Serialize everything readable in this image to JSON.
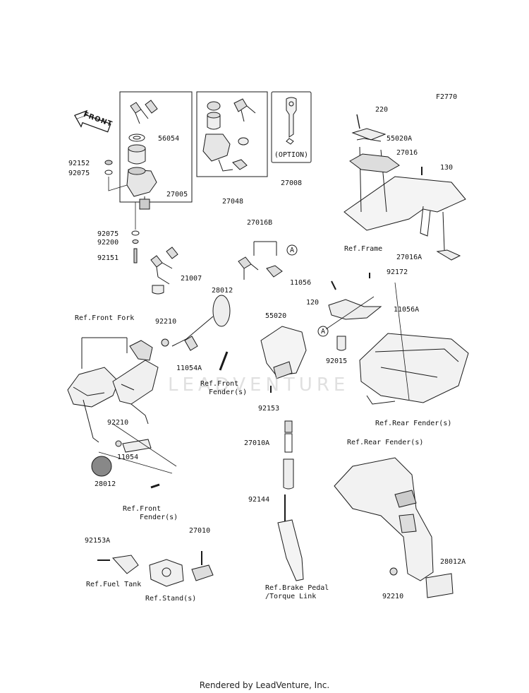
{
  "figure_code": "F2770",
  "front_label": "FRONT",
  "watermark": "LEADVENTURE",
  "footer": "Rendered by LeadVenture, Inc.",
  "option_label": "(OPTION)",
  "parts": {
    "p56054": "56054",
    "p92152": "92152",
    "p92075a": "92075",
    "p27005": "27005",
    "p27048": "27048",
    "p27008": "27008",
    "p92075b": "92075",
    "p92200": "92200",
    "p92151": "92151",
    "p21007": "21007",
    "p220": "220",
    "p55020A": "55020A",
    "p27016": "27016",
    "p130": "130",
    "p27016A": "27016A",
    "p27016B": "27016B",
    "p28012a": "28012",
    "p92210a": "92210",
    "p11054A": "11054A",
    "p55020": "55020",
    "p120": "120",
    "p11056": "11056",
    "p92172": "92172",
    "p11056A": "11056A",
    "p92015": "92015",
    "p92153": "92153",
    "p92210b": "92210",
    "p11054": "11054",
    "p28012b": "28012",
    "p27010A": "27010A",
    "p92144": "92144",
    "p92153A": "92153A",
    "p27010": "27010",
    "p28012A": "28012A",
    "p92210c": "92210"
  },
  "refs": {
    "frame": "Ref.Frame",
    "front_fork": "Ref.Front Fork",
    "front_fender_1a": "Ref.Front",
    "front_fender_1b": "Fender(s)",
    "rear_fender_1": "Ref.Rear Fender(s)",
    "rear_fender_2": "Ref.Rear Fender(s)",
    "front_fender_2a": "Ref.Front",
    "front_fender_2b": "Fender(s)",
    "fuel_tank": "Ref.Fuel Tank",
    "stand": "Ref.Stand(s)",
    "brake_pedal_a": "Ref.Brake Pedal",
    "brake_pedal_b": "/Torque Link"
  },
  "callout_a": "A"
}
